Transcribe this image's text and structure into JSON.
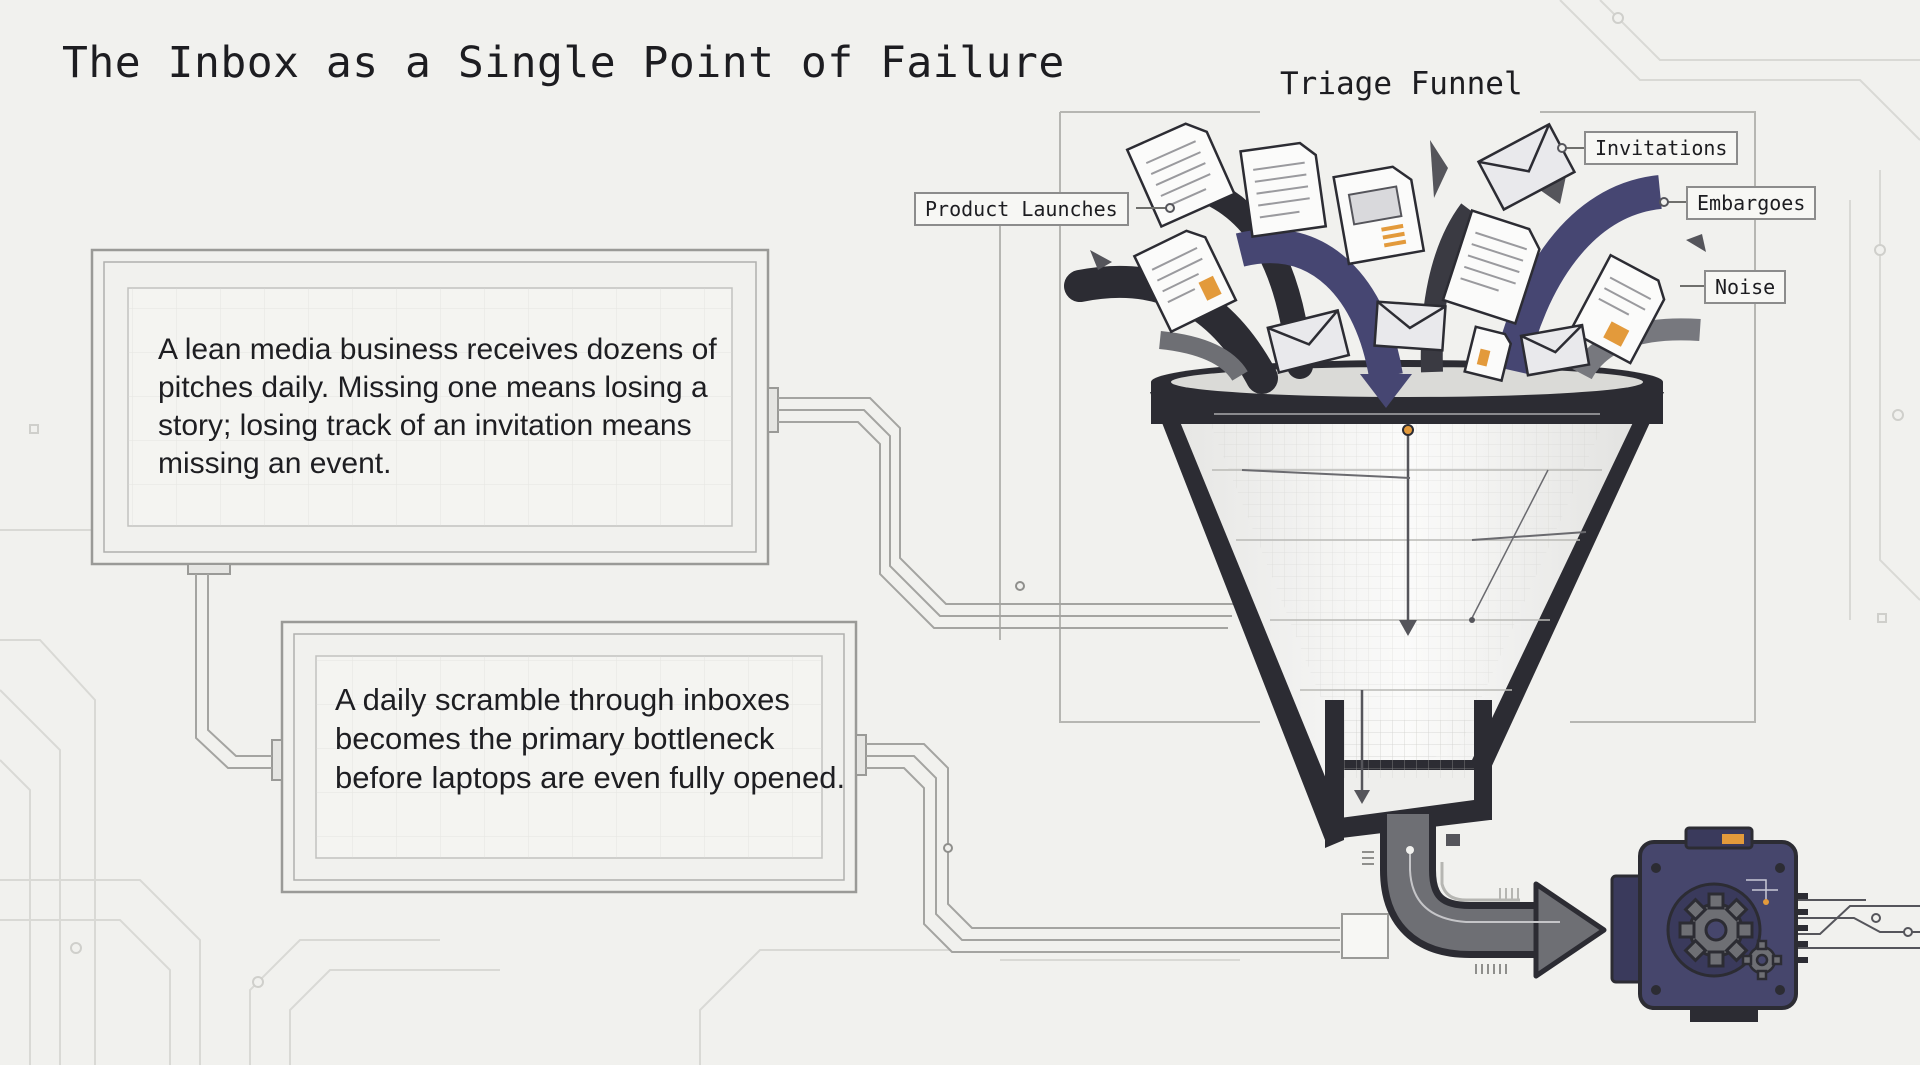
{
  "title": "The Inbox as a Single Point of Failure",
  "funnel": {
    "title": "Triage Funnel",
    "tags": {
      "product_launches": "Product Launches",
      "invitations": "Invitations",
      "embargoes": "Embargoes",
      "noise": "Noise"
    }
  },
  "cards": {
    "card1": "A lean media business receives dozens of pitches daily. Missing one means losing a story; losing track of an invitation means missing an event.",
    "card2": "A daily scramble through inboxes becomes the primary bottleneck before laptops are even fully opened."
  },
  "colors": {
    "background": "#f1f1ee",
    "ink": "#1d1d21",
    "navy": "#3f3f6a",
    "slate": "#6e6f74",
    "accent": "#e39a3b"
  },
  "icons": [
    "document-icon",
    "envelope-icon",
    "funnel-icon",
    "arrow-icon",
    "gear-icon",
    "processor-icon"
  ]
}
